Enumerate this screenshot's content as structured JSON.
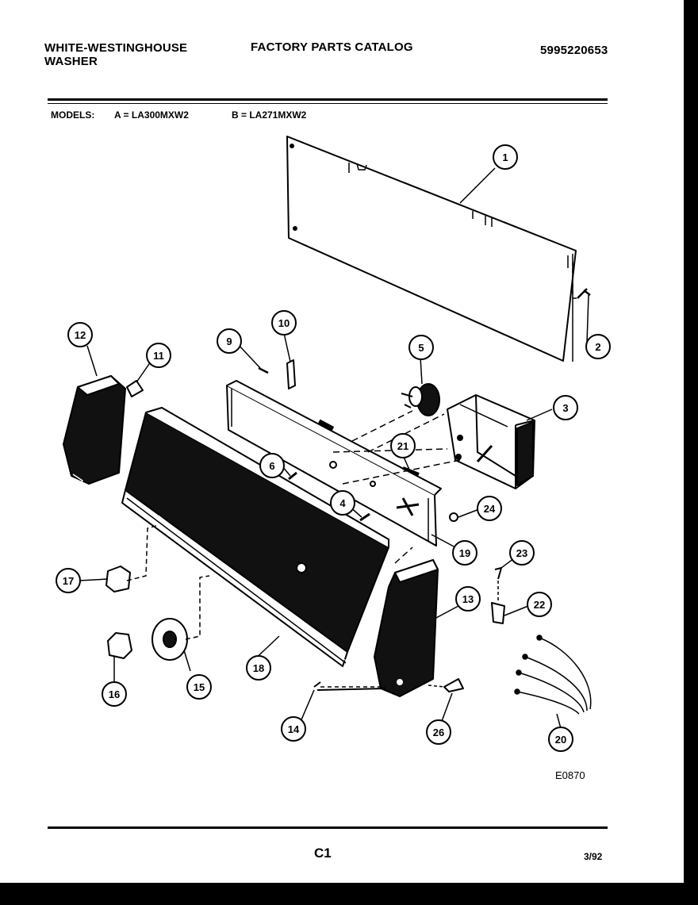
{
  "header": {
    "brand_line1": "WHITE-WESTINGHOUSE",
    "brand_line2": "WASHER",
    "catalog_title": "FACTORY PARTS CATALOG",
    "catalog_number": "5995220653"
  },
  "models": {
    "label": "MODELS:",
    "model_a": "A = LA300MXW2",
    "model_b": "B = LA271MXW2"
  },
  "callouts": [
    "1",
    "2",
    "3",
    "4",
    "5",
    "6",
    "9",
    "10",
    "11",
    "12",
    "13",
    "14",
    "15",
    "16",
    "17",
    "18",
    "19",
    "20",
    "21",
    "22",
    "23",
    "24",
    "26"
  ],
  "diagram_code": "E0870",
  "footer": {
    "page_code": "C1",
    "date": "3/92"
  }
}
